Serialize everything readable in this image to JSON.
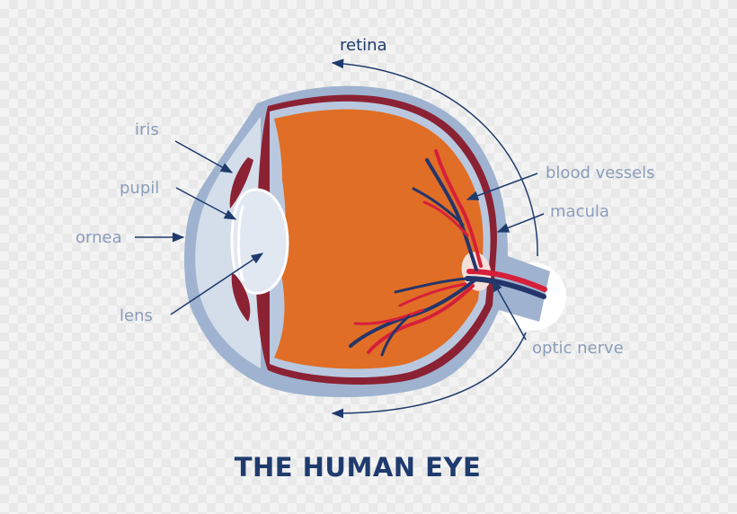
{
  "title": "THE HUMAN EYE",
  "labels": {
    "retina": "retina",
    "iris": "iris",
    "pupil": "pupil",
    "cornea": "ornea",
    "lens": "lens",
    "blood_vessels": "blood vessels",
    "macula": "macula",
    "optic_nerve": "optic nerve"
  },
  "colors": {
    "sclera": "#9fb3d0",
    "fluid": "#d4deeb",
    "choroid": "#8b2233",
    "vitreous": "#e06e26",
    "lens": "#e2e8f2",
    "vein": "#24356b",
    "artery": "#d61f3a",
    "label": "#8b9dbb",
    "title": "#1f3b6e"
  }
}
